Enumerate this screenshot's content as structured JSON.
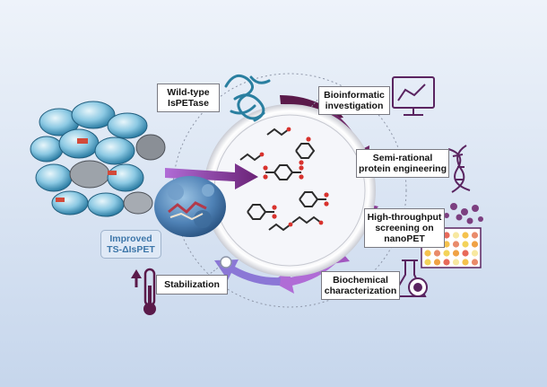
{
  "labels": {
    "wild_type_line1": "Wild-type",
    "wild_type_line2": "IsPETase",
    "bioinformatic_line1": "Bioinformatic",
    "bioinformatic_line2": "investigation",
    "semi_rational_line1": "Semi-rational",
    "semi_rational_line2": "protein engineering",
    "screening_line1": "High-throughput",
    "screening_line2": "screening on",
    "screening_line3": "nanoPET",
    "biochemical_line1": "Biochemical",
    "biochemical_line2": "characterization",
    "stabilization": "Stabilization",
    "improved_line1": "Improved",
    "improved_line2": "TS-ΔIsPET"
  },
  "icons": [
    "pet-bottles-image",
    "protein-structure-icon",
    "computer-monitor-icon",
    "dna-helix-icon",
    "bead-spheres-icon",
    "microplate-icon",
    "lab-flask-icon",
    "thermometer-icon",
    "molecule-icon"
  ],
  "colors": {
    "arrow_dark": "#5a1a4a",
    "arrow_mid": "#8a3a94",
    "arrow_light": "#b06cd6",
    "arrow_blue": "#7270c4",
    "bottle_blue": "#4aa6cf",
    "protein_teal": "#2a7fa0",
    "improved_text": "#3d76a9"
  }
}
